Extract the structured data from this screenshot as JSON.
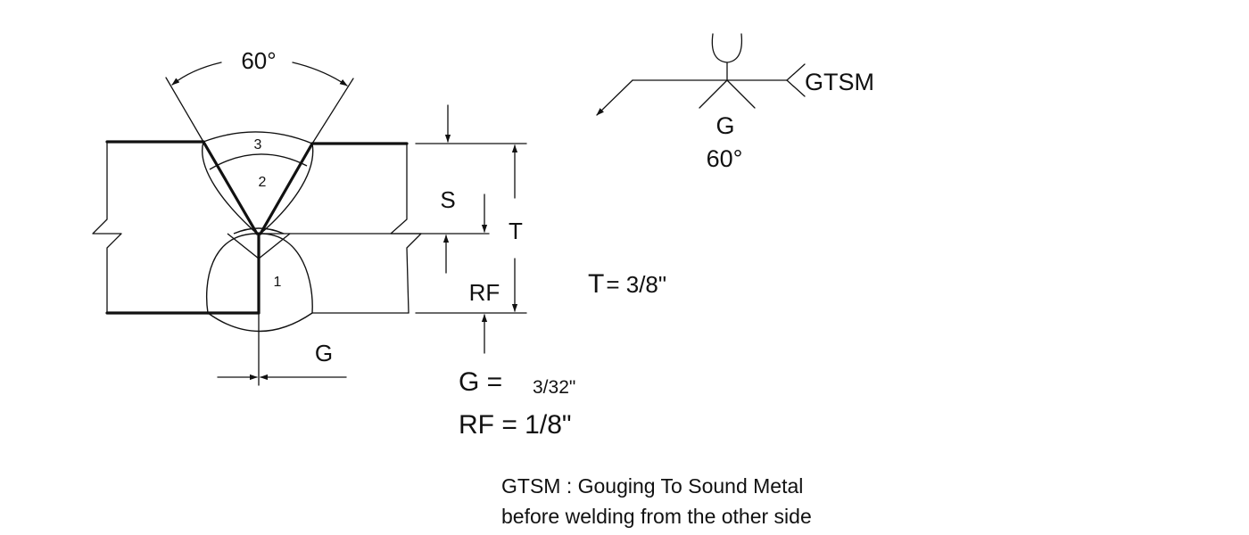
{
  "joint": {
    "angle_label": "60°",
    "pass_labels": [
      "3",
      "2",
      "1"
    ],
    "dimensions": {
      "S": "S",
      "T": "T",
      "RF": "RF",
      "G": "G"
    }
  },
  "values": {
    "T": {
      "label": "T",
      "value": "= 3/8\""
    },
    "G": {
      "label": "G =",
      "value": "3/32\""
    },
    "RF": {
      "label": "RF = 1/8\""
    }
  },
  "weld_symbol": {
    "tail_text": "GTSM",
    "groove_label": "G",
    "angle_label": "60°"
  },
  "note": {
    "line1": "GTSM : Gouging To Sound Metal",
    "line2": "before welding from the other side"
  }
}
